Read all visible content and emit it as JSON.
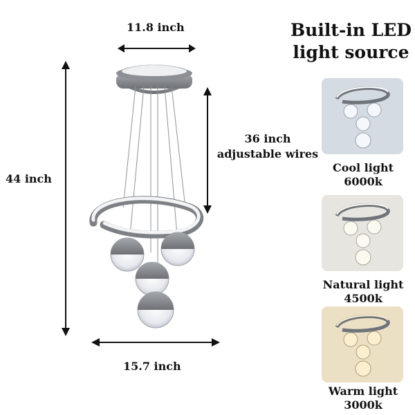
{
  "title_line1": "Built-in LED",
  "title_line2": "light source",
  "dimensions": {
    "top_width": "11.8 inch",
    "height": "44 inch",
    "wire_line1": "36 inch",
    "wire_line2": "adjustable wires",
    "bottom_width": "15.7 inch"
  },
  "light_options": [
    {
      "line1": "Cool light",
      "line2": "6000k",
      "tint": "#dfe6ee"
    },
    {
      "line1": "Natural light",
      "line2": "4500k",
      "tint": "#eceae2"
    },
    {
      "line1": "Warm light",
      "line2": "3000k",
      "tint": "#efe2c6"
    }
  ]
}
